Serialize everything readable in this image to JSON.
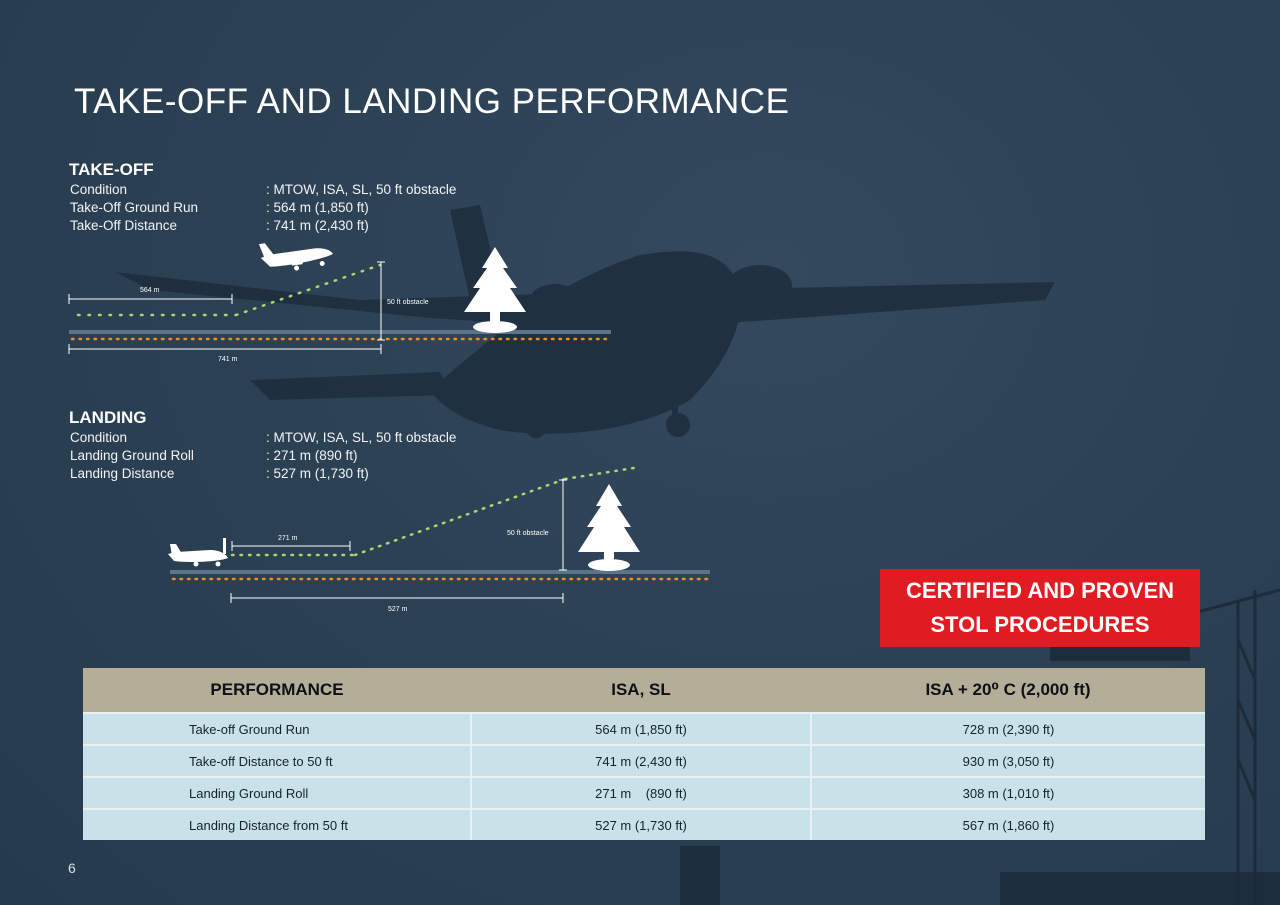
{
  "page": {
    "title": "TAKE-OFF AND LANDING PERFORMANCE",
    "page_number": "6"
  },
  "takeoff": {
    "heading": "TAKE-OFF",
    "rows": [
      {
        "label": "Condition",
        "value": ": MTOW, ISA, SL, 50 ft obstacle"
      },
      {
        "label": "Take-Off Ground Run",
        "value": ": 564 m (1,850 ft)"
      },
      {
        "label": "Take-Off Distance",
        "value": ": 741 m (2,430 ft)"
      }
    ],
    "diagram": {
      "ground_run_label": "564 m",
      "distance_label": "741 m",
      "obstacle_label": "50 ft obstacle"
    }
  },
  "landing": {
    "heading": "LANDING",
    "rows": [
      {
        "label": "Condition",
        "value": ": MTOW, ISA, SL, 50 ft obstacle"
      },
      {
        "label": "Landing Ground Roll",
        "value": ": 271 m (890 ft)"
      },
      {
        "label": "Landing Distance",
        "value": ": 527 m (1,730 ft)"
      }
    ],
    "diagram": {
      "ground_roll_label": "271 m",
      "distance_label": "527 m",
      "obstacle_label": "50 ft obstacle"
    }
  },
  "badge": {
    "line1": "CERTIFIED AND PROVEN",
    "line2": "STOL PROCEDURES"
  },
  "table": {
    "headers": [
      "PERFORMANCE",
      "ISA, SL",
      "ISA + 20⁰ C (2,000 ft)"
    ],
    "rows": [
      [
        "Take-off Ground Run",
        "564 m (1,850 ft)",
        "728 m (2,390 ft)"
      ],
      [
        "Take-off Distance to 50 ft",
        "741 m (2,430 ft)",
        "930 m (3,050 ft)"
      ],
      [
        "Landing Ground Roll",
        "271 m    (890 ft)",
        "308 m (1,010 ft)"
      ],
      [
        "Landing Distance from 50 ft",
        "527 m (1,730 ft)",
        "567 m (1,860 ft)"
      ]
    ]
  },
  "colors": {
    "background": "#2b3f52",
    "badge_red": "#e11b22",
    "table_header": "#b4ad98",
    "table_row": "#c9e2ea",
    "runway": "#5b7489",
    "green_dots": "#a6d86a",
    "orange_dots": "#f08a24"
  }
}
